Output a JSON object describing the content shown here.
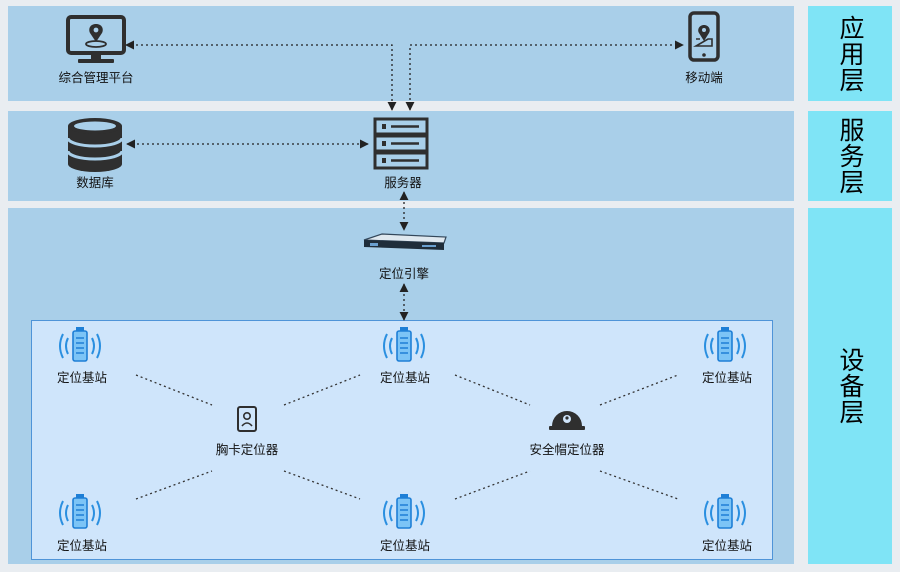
{
  "layers": {
    "application": "应用层",
    "service": "服务层",
    "device": "设备层"
  },
  "nodes": {
    "platform": "综合管理平台",
    "mobile": "移动端",
    "database": "数据库",
    "server": "服务器",
    "engine": "定位引擎",
    "badge_locator": "胸卡定位器",
    "helmet_locator": "安全帽定位器",
    "base_station": "定位基站"
  },
  "colors": {
    "band": "#a9cfe9",
    "layer_label_bg": "#7fe4f6",
    "device_area": "#cfe5fb",
    "icon": "#2f2f2f",
    "signal": "#2a8fe0"
  }
}
